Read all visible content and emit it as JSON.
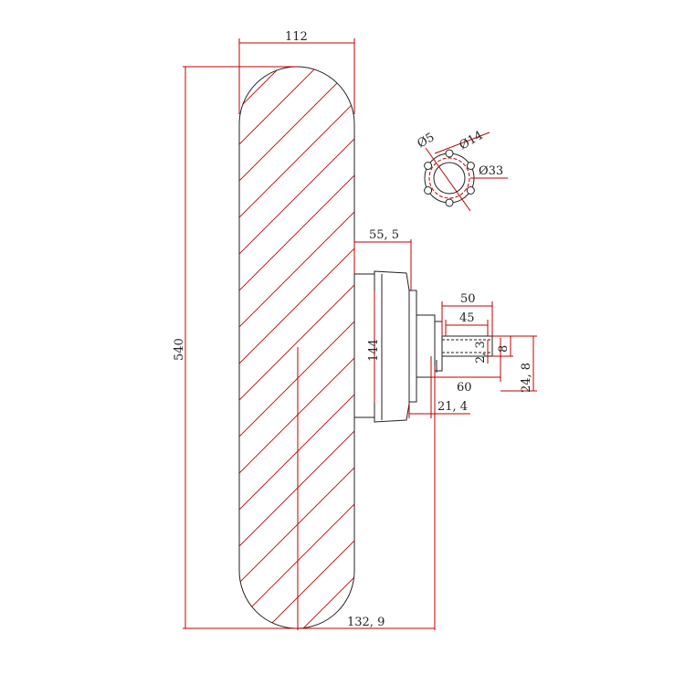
{
  "drawing": {
    "colors": {
      "dimension": "#c00000",
      "outline": "#222222",
      "background": "#ffffff"
    },
    "dimensions": {
      "overall_width": "112",
      "overall_height": "540",
      "hub_offset": "55, 5",
      "hub_height": "144",
      "shaft_length": "50",
      "shaft_inner": "45",
      "flat_width": "2, 3",
      "shaft_dia": "8",
      "shaft_total": "60",
      "shaft_step": "24, 8",
      "flange_thick": "21, 4",
      "total_depth": "132, 9"
    },
    "detail_view": {
      "hole_dia": "Ø5",
      "inner_dia": "Ø14",
      "pcd_dia": "Ø33"
    }
  }
}
